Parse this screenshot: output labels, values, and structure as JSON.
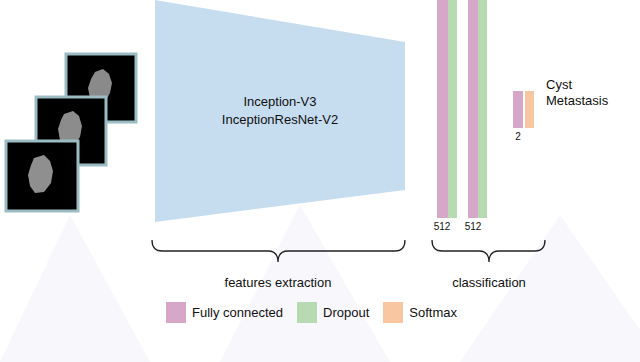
{
  "diagram": {
    "nodes": [
      {
        "text": [
          "Inception-V3",
          "InceptionResNet-V2"
        ]
      }
    ],
    "labels": [
      "512",
      "512",
      "2",
      "Cyst",
      "Metastasis",
      "features extraction",
      "classification"
    ],
    "legend": [
      {
        "text": "Fully connected",
        "color": "#d6a7c8"
      },
      {
        "text": "Dropout",
        "color": "#b7dab2"
      },
      {
        "text": "Softmax",
        "color": "#f8c6a0"
      }
    ]
  }
}
